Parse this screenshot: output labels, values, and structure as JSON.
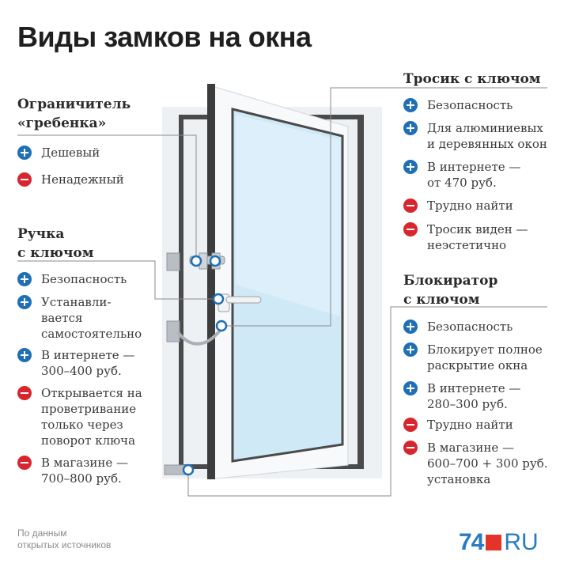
{
  "title": "Виды замков на окна",
  "sections": {
    "limiter": {
      "heading_line1": "Ограничитель",
      "heading_line2": "«гребенка»",
      "items": [
        {
          "type": "plus",
          "text": "Дешевый"
        },
        {
          "type": "minus",
          "text": "Ненадежный"
        }
      ]
    },
    "handle": {
      "heading_line1": "Ручка",
      "heading_line2": "с ключом",
      "items": [
        {
          "type": "plus",
          "lines": [
            "Безопасность"
          ]
        },
        {
          "type": "plus",
          "lines": [
            "Устанавли-",
            "вается",
            "самостоятельно"
          ]
        },
        {
          "type": "plus",
          "lines": [
            "В интернете —",
            "300–400 руб."
          ]
        },
        {
          "type": "minus",
          "lines": [
            "Открывается на",
            "проветривание",
            "только через",
            "поворот ключа"
          ]
        },
        {
          "type": "minus",
          "lines": [
            "В магазине —",
            "700–800 руб."
          ]
        }
      ]
    },
    "cable": {
      "heading": "Тросик с ключом",
      "items": [
        {
          "type": "plus",
          "lines": [
            "Безопасность"
          ]
        },
        {
          "type": "plus",
          "lines": [
            "Для алюминиевых",
            "и деревянных окон"
          ]
        },
        {
          "type": "plus",
          "lines": [
            "В интернете —",
            "от 470 руб."
          ]
        },
        {
          "type": "minus",
          "lines": [
            "Трудно найти"
          ]
        },
        {
          "type": "minus",
          "lines": [
            "Тросик виден —",
            "неэстетично"
          ]
        }
      ]
    },
    "blocker": {
      "heading_line1": "Блокиратор",
      "heading_line2": "с ключом",
      "items": [
        {
          "type": "plus",
          "lines": [
            "Безопасность"
          ]
        },
        {
          "type": "plus",
          "lines": [
            "Блокирует полное",
            "раскрытие окна"
          ]
        },
        {
          "type": "plus",
          "lines": [
            "В интернете —",
            "280–300 руб."
          ]
        },
        {
          "type": "minus",
          "lines": [
            "Трудно найти"
          ]
        },
        {
          "type": "minus",
          "lines": [
            "В магазине —",
            "600–700 + 300 руб.",
            "установка"
          ]
        }
      ]
    }
  },
  "source_line1": "По данным",
  "source_line2": "открытых источников",
  "logo": {
    "number": "74",
    "suffix": "RU"
  },
  "colors": {
    "plus": "#1f6fb5",
    "minus": "#d8262f",
    "brand_blue": "#2a7bc0",
    "brand_red": "#e5332a"
  }
}
